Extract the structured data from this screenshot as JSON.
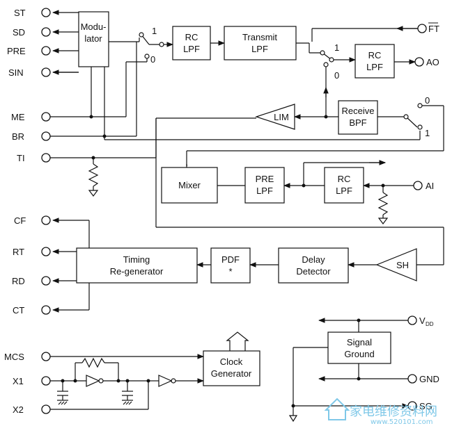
{
  "pins": {
    "st": "ST",
    "sd": "SD",
    "pre": "PRE",
    "sin": "SIN",
    "me": "ME",
    "br": "BR",
    "ti": "TI",
    "cf": "CF",
    "rt": "RT",
    "rd": "RD",
    "ct": "CT",
    "mcs": "MCS",
    "x1": "X1",
    "x2": "X2",
    "ft": "FT",
    "ao": "AO",
    "ai": "AI",
    "vdd": "V",
    "vdd_sub": "DD",
    "gnd": "GND",
    "sg": "SG"
  },
  "blocks": {
    "modulator_1": "Modu-",
    "modulator_2": "lator",
    "rc_lpf_tx_1": "RC",
    "rc_lpf_tx_2": "LPF",
    "transmit_lpf_1": "Transmit",
    "transmit_lpf_2": "LPF",
    "rc_lpf_ao_1": "RC",
    "rc_lpf_ao_2": "LPF",
    "receive_bpf_1": "Receive",
    "receive_bpf_2": "BPF",
    "lim": "LIM",
    "mixer": "Mixer",
    "pre_lpf_1": "PRE",
    "pre_lpf_2": "LPF",
    "rc_lpf_ai_1": "RC",
    "rc_lpf_ai_2": "LPF",
    "timing_1": "Timing",
    "timing_2": "Re-generator",
    "pdf_1": "PDF",
    "pdf_2": "*",
    "delay_1": "Delay",
    "delay_2": "Detector",
    "sh": "SH",
    "clock_1": "Clock",
    "clock_2": "Generator",
    "signal_ground_1": "Signal",
    "signal_ground_2": "Ground"
  },
  "switch_labels": {
    "tx_1": "1",
    "tx_0": "0",
    "ao_1": "1",
    "ao_0": "0",
    "rx_0": "0",
    "rx_1": "1"
  },
  "watermark": {
    "title": "家电维修资料网",
    "url": "www.520101.com"
  }
}
